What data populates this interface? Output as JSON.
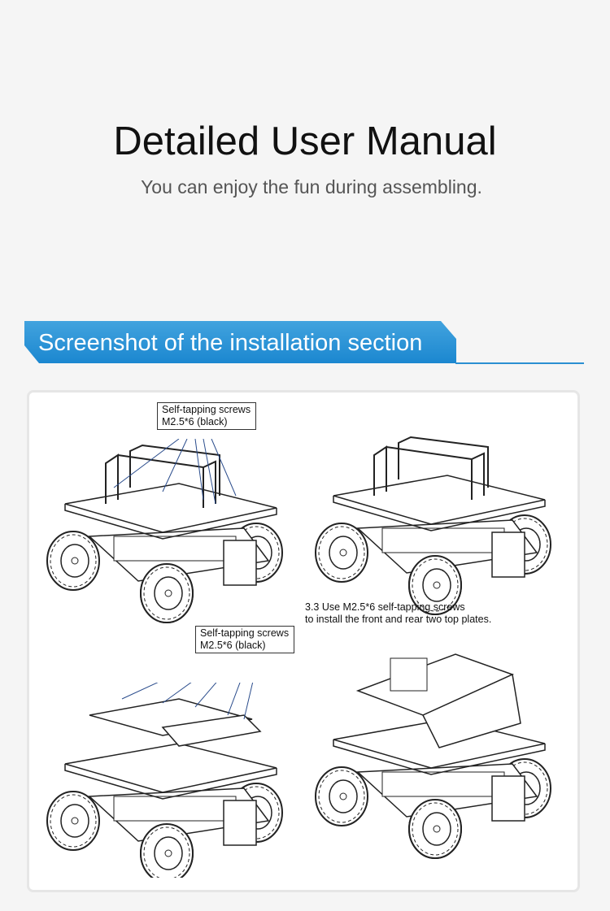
{
  "header": {
    "title": "Detailed User Manual",
    "subtitle": "You can enjoy the fun during assembling."
  },
  "section": {
    "banner_title": "Screenshot of the installation section",
    "accent_color": "#1b87d0"
  },
  "figures": {
    "label_top": {
      "line1": "Self-tapping screws",
      "line2": "M2.5*6 (black)"
    },
    "label_bottom": {
      "line1": "Self-tapping screws",
      "line2": "M2.5*6 (black)"
    },
    "caption": {
      "line1": "3.3 Use M2.5*6 self-tapping screws",
      "line2": "to install the front and rear two top plates."
    }
  }
}
